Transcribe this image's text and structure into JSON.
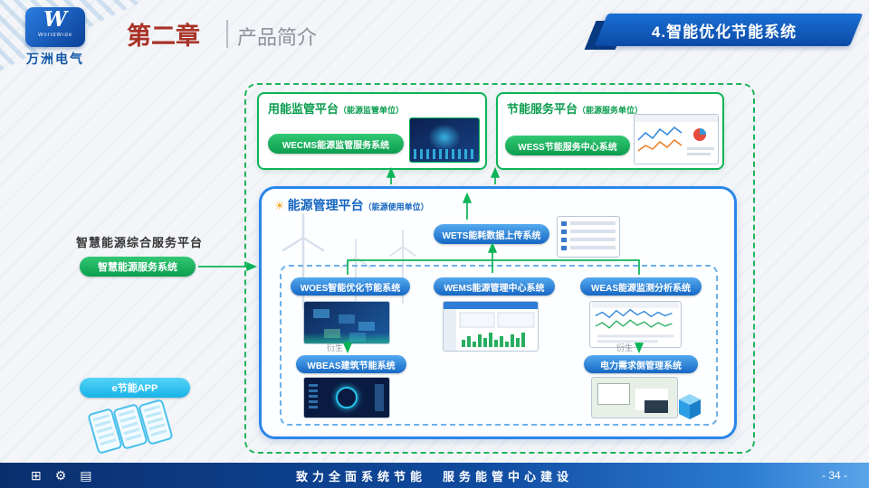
{
  "header": {
    "logo_text": "W",
    "logo_sub": "WorldWide",
    "company": "万洲电气",
    "chapter": "第二章",
    "section": "产品简介",
    "banner": "4.智能优化节能系统"
  },
  "left_panel": {
    "title": "智慧能源综合服务平台",
    "service_button": "智慧能源服务系统",
    "app_button": "e节能APP"
  },
  "diagram": {
    "supervision_box": {
      "title": "用能监管平台",
      "subtitle": "（能源监管单位）",
      "button": "WECMS能源监管服务系统"
    },
    "service_box": {
      "title": "节能服务平台",
      "subtitle": "（能源服务单位）",
      "button": "WESS节能服务中心系统"
    },
    "platform": {
      "sun_icon": "☀",
      "title": "能源管理平台",
      "subtitle": "（能源使用单位）",
      "upload_button": "WETS能耗数据上传系统",
      "col1_button": "WOES智能优化节能系统",
      "col1_derive": "衍生",
      "col1_derived_button": "WBEAS建筑节能系统",
      "col2_button": "WEMS能源管理中心系统",
      "col3_button": "WEAS能源监测分析系统",
      "col3_derive": "衍生",
      "col3_derived_button": "电力需求侧管理系统"
    }
  },
  "footer": {
    "icons": [
      {
        "name": "blocks-icon",
        "glyph": "⊞"
      },
      {
        "name": "gear-icon",
        "glyph": "⚙"
      },
      {
        "name": "book-icon",
        "glyph": "▤"
      }
    ],
    "slogan": "致力全面系统节能　服务能管中心建设",
    "page": "- 34 -"
  },
  "colors": {
    "green": "#0cb457",
    "blue": "#1565c0",
    "banner_blue": "#0c4aa6",
    "chapter_red": "#a93226",
    "cyan": "#18b2e8"
  }
}
